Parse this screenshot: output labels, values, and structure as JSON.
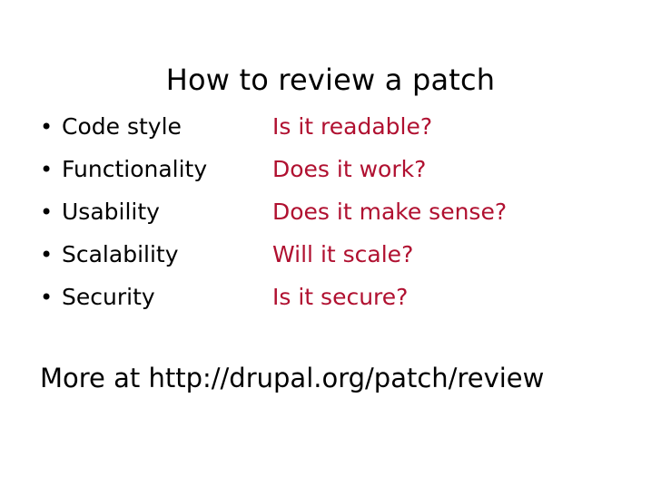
{
  "slide": {
    "title": "How to review a patch",
    "background_color": "#ffffff",
    "text_color": "#000000",
    "accent_color": "#b01030",
    "bullet_glyph": "•",
    "rows": [
      {
        "label": "Code style",
        "question": "Is it readable?"
      },
      {
        "label": "Functionality",
        "question": "Does it work?"
      },
      {
        "label": "Usability",
        "question": "Does it make sense?"
      },
      {
        "label": "Scalability",
        "question": "Will it scale?"
      },
      {
        "label": "Security",
        "question": "Is it secure?"
      }
    ],
    "footer": "More at http://drupal.org/patch/review"
  }
}
